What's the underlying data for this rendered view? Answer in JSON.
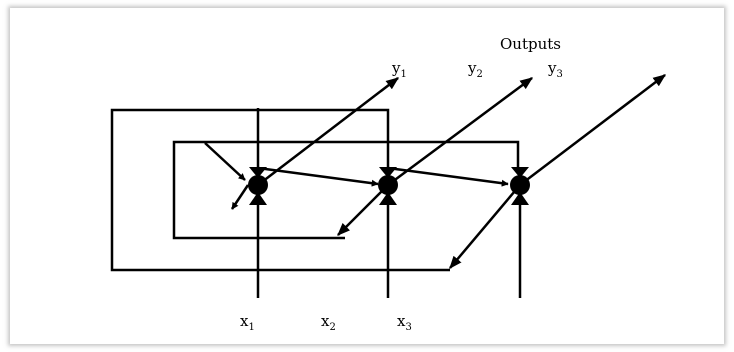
{
  "diagram": {
    "title": "Outputs",
    "outputs": [
      {
        "letter": "y",
        "index": "1"
      },
      {
        "letter": "y",
        "index": "2"
      },
      {
        "letter": "y",
        "index": "3"
      }
    ],
    "inputs": [
      {
        "letter": "x",
        "index": "1"
      },
      {
        "letter": "x",
        "index": "2"
      },
      {
        "letter": "x",
        "index": "3"
      }
    ],
    "colors": {
      "line": "#000000",
      "background": "#ffffff",
      "shadow": "#969696"
    }
  }
}
